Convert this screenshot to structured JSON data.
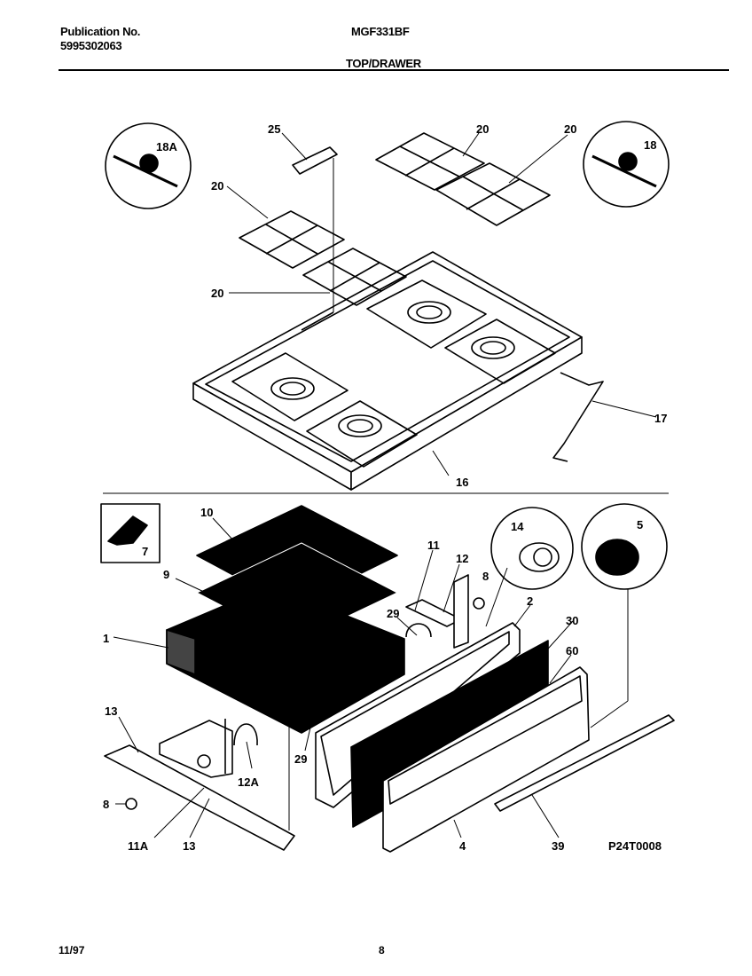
{
  "header": {
    "publication_label": "Publication No.",
    "publication_number": "5995302063",
    "model": "MGF331BF",
    "section_title": "TOP/DRAWER"
  },
  "diagram": {
    "drawing_id": "P24T0008",
    "callouts": {
      "c25": "25",
      "c20a": "20",
      "c20b": "20",
      "c20c": "20",
      "c20d": "20",
      "c18a": "18A",
      "c18": "18",
      "c17": "17",
      "c16": "16",
      "c10": "10",
      "c9": "9",
      "c1": "1",
      "c7": "7",
      "c11": "11",
      "c12": "12",
      "c8a": "8",
      "c14": "14",
      "c5": "5",
      "c2": "2",
      "c29a": "29",
      "c30": "30",
      "c60": "60",
      "c13a": "13",
      "c29b": "29",
      "c12a": "12A",
      "c8b": "8",
      "c11a": "11A",
      "c13b": "13",
      "c4": "4",
      "c39": "39"
    }
  },
  "footer": {
    "date": "11/97",
    "page": "8"
  }
}
